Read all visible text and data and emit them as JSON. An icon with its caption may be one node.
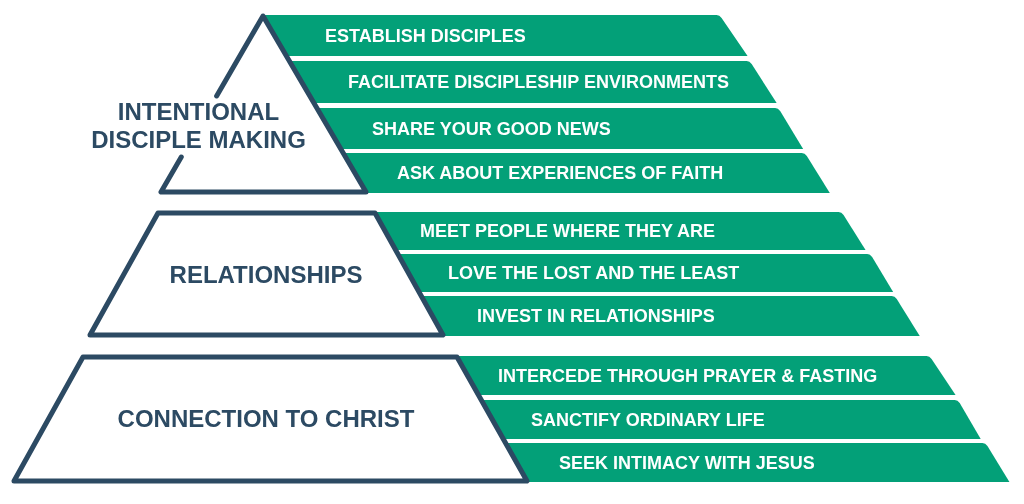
{
  "diagram": {
    "nodes": [
      {
        "text": [
          "INTENTIONAL DISCIPLE MAKING"
        ]
      },
      {
        "text": [
          "ESTABLISH DISCIPLES"
        ]
      },
      {
        "text": [
          "FACILITATE DISCIPLESHIP ENVIRONMENTS"
        ]
      },
      {
        "text": [
          "SHARE YOUR GOOD NEWS"
        ]
      },
      {
        "text": [
          "ASK ABOUT EXPERIENCES OF FAITH"
        ]
      },
      {
        "text": [
          "RELATIONSHIPS"
        ]
      },
      {
        "text": [
          "MEET PEOPLE WHERE THEY ARE"
        ]
      },
      {
        "text": [
          "LOVE THE LOST AND THE LEAST"
        ]
      },
      {
        "text": [
          "INVEST IN RELATIONSHIPS"
        ]
      },
      {
        "text": [
          "CONNECTION TO CHRIST"
        ]
      },
      {
        "text": [
          "INTERCEDE THROUGH PRAYER & FASTING"
        ]
      },
      {
        "text": [
          "SANCTIFY ORDINARY LIFE"
        ]
      },
      {
        "text": [
          "SEEK INTIMACY WITH JESUS"
        ]
      }
    ]
  }
}
